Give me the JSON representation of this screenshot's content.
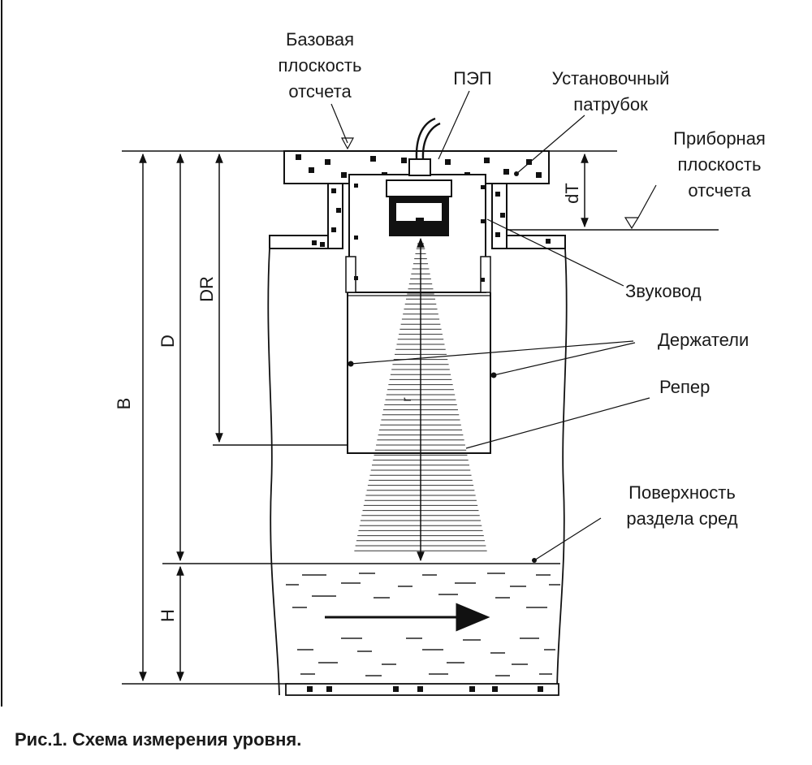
{
  "labels": {
    "base_plane": [
      "Базовая",
      "плоскость",
      "отсчета"
    ],
    "transducer": "ПЭП",
    "mount_nozzle": [
      "Установочный",
      "патрубок"
    ],
    "instrument_plane": [
      "Приборная",
      "плоскость",
      "отсчета"
    ],
    "sound_guide": "Звуковод",
    "holders": "Держатели",
    "reference": "Репер",
    "interface": [
      "Поверхность",
      "раздела сред"
    ]
  },
  "dimensions": {
    "B": "B",
    "D": "D",
    "DR": "DR",
    "H": "H",
    "dT": "dT",
    "r": "r"
  },
  "caption": "Рис.1. Схема измерения уровня."
}
